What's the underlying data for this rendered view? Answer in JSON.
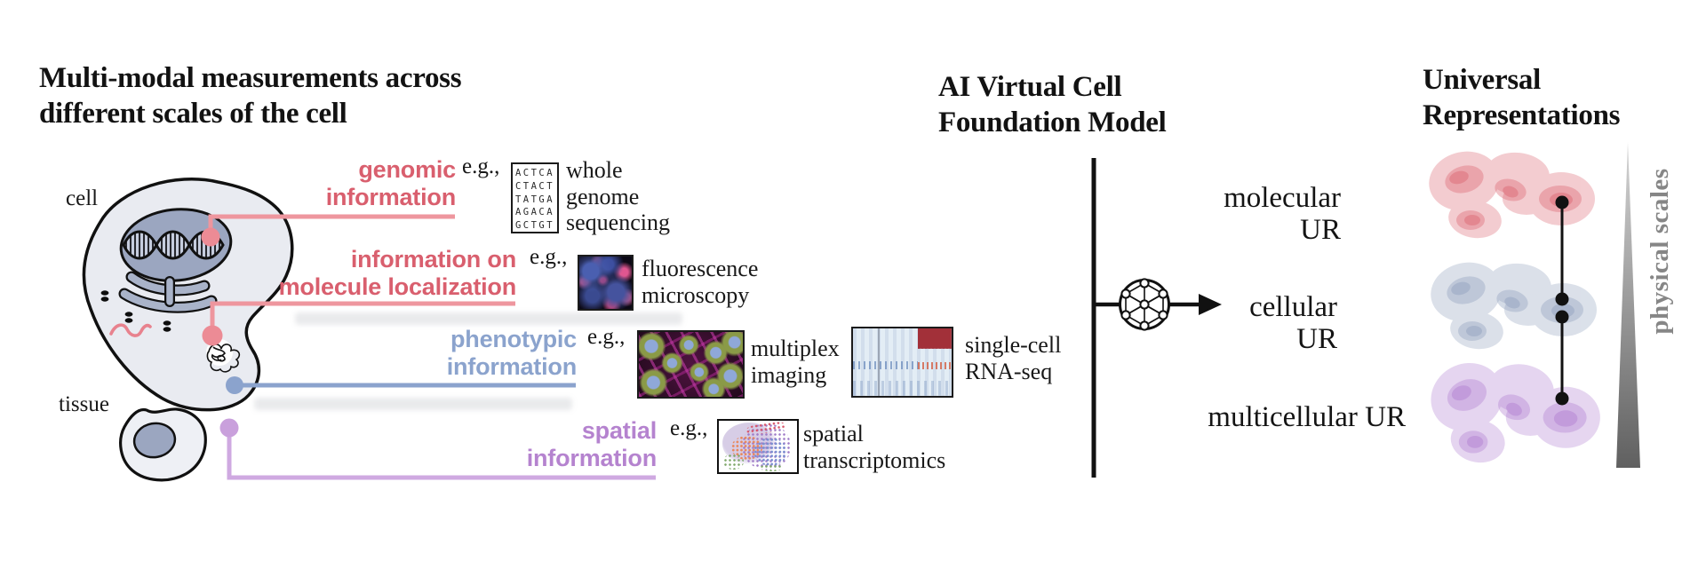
{
  "left": {
    "title": {
      "line1": "Multi-modal measurements across",
      "line2": "different scales of the cell"
    },
    "cell_label": "cell",
    "tissue_label": "tissue",
    "eg_label": "e.g.,",
    "modalities": {
      "genomic": {
        "label1": "genomic",
        "label2": "information",
        "example1": "whole",
        "example2": "genome",
        "example3": "sequencing"
      },
      "localization": {
        "label1": "information on",
        "label2": "molecule localization",
        "example1": "fluorescence",
        "example2": "microscopy"
      },
      "phenotypic": {
        "label1": "phenotypic",
        "label2": "information",
        "example_a1": "multiplex",
        "example_a2": "imaging",
        "example_b1": "single-cell",
        "example_b2": "RNA-seq"
      },
      "spatial": {
        "label1": "spatial",
        "label2": "information",
        "example1": "spatial",
        "example2": "transcriptomics"
      }
    },
    "dna_box": {
      "line1": "ACTCA",
      "line2": "CTACT",
      "line3": "TATGA",
      "line4": "AGACA",
      "line5": "GCTGT"
    }
  },
  "center": {
    "title": {
      "line1": "AI Virtual Cell",
      "line2": "Foundation Model"
    },
    "outputs": {
      "molecular": "molecular UR",
      "cellular": "cellular UR",
      "multicellular": "multicellular UR"
    }
  },
  "right": {
    "title": {
      "line1": "Universal",
      "line2": "Representations"
    },
    "axis_label": "physical scales"
  },
  "colors": {
    "genomic_red_text": "#d95f6e",
    "red_line": "#ee969e",
    "phenotypic_blue": "#8ba3cd",
    "spatial_purple_text": "#b583cf",
    "purple_line": "#cfa9e1",
    "molecular_blob": "#dc6470",
    "cellular_blob": "#90a1be",
    "multicellular_blob": "#b17fd1",
    "scale_gray": "#868686"
  }
}
